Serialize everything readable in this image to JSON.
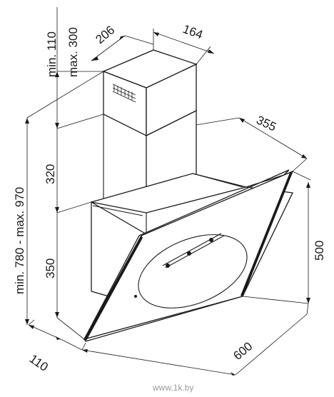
{
  "dimensions": {
    "chimney_min": "min. 110",
    "chimney_max": "max. 300",
    "width_top": "206",
    "depth_top": "164",
    "depth_side": "355",
    "lower_chimney": "320",
    "total_height": "min. 780 - max. 970",
    "body_height": "350",
    "glass_height": "500",
    "base_depth": "110",
    "glass_width": "600"
  },
  "watermark": "www.1k.by"
}
